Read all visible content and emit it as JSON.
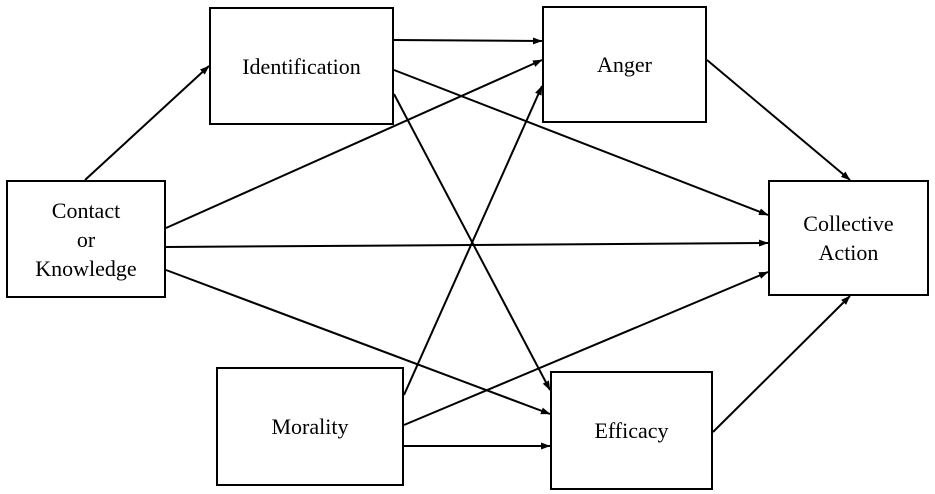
{
  "nodes": {
    "identification": {
      "lines": [
        "Identification"
      ]
    },
    "anger": {
      "lines": [
        "Anger"
      ]
    },
    "contact": {
      "lines": [
        "Contact",
        "or",
        "Knowledge"
      ]
    },
    "collective": {
      "lines": [
        "Collective",
        "Action"
      ]
    },
    "morality": {
      "lines": [
        "Morality"
      ]
    },
    "efficacy": {
      "lines": [
        "Efficacy"
      ]
    }
  },
  "edges": [
    {
      "from": "contact",
      "to": "identification"
    },
    {
      "from": "contact",
      "to": "anger"
    },
    {
      "from": "contact",
      "to": "collective"
    },
    {
      "from": "contact",
      "to": "efficacy"
    },
    {
      "from": "identification",
      "to": "anger"
    },
    {
      "from": "identification",
      "to": "collective"
    },
    {
      "from": "identification",
      "to": "efficacy"
    },
    {
      "from": "morality",
      "to": "anger"
    },
    {
      "from": "morality",
      "to": "collective"
    },
    {
      "from": "morality",
      "to": "efficacy"
    },
    {
      "from": "anger",
      "to": "collective"
    },
    {
      "from": "efficacy",
      "to": "collective"
    }
  ],
  "colors": {
    "line": "#000000",
    "box_border": "#000000",
    "background": "#ffffff"
  }
}
